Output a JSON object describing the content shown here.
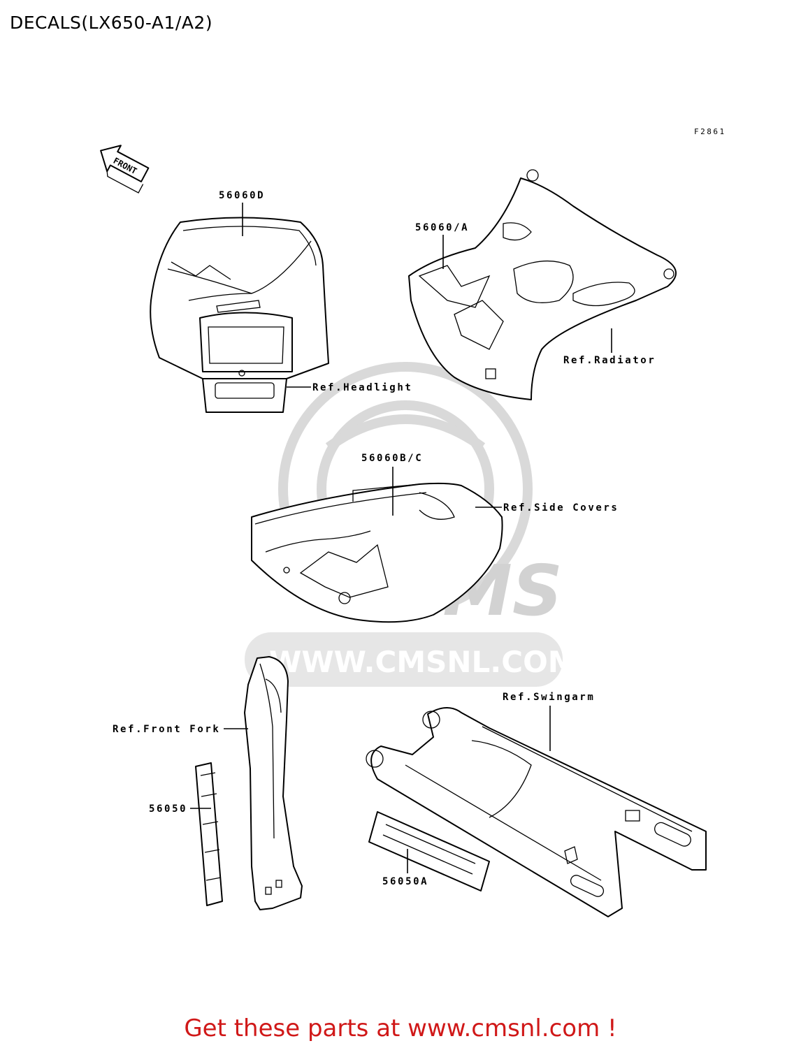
{
  "page": {
    "title": "DECALS(LX650-A1/A2)",
    "figure_code": "F2861",
    "footer_cta": "Get these parts at www.cmsnl.com !"
  },
  "watermark": {
    "text": "WWW.CMSNL.COM",
    "logo_text": "CMS",
    "color": "#d2d2d2"
  },
  "direction": {
    "label": "FRONT"
  },
  "callouts": {
    "headlight_decal": "56060D",
    "radiator_decal": "56060/A",
    "side_cover_decal": "56060B/C",
    "fork_decal": "56050",
    "swingarm_decal": "56050A"
  },
  "references": {
    "headlight": "Ref.Headlight",
    "radiator": "Ref.Radiator",
    "side_covers": "Ref.Side Covers",
    "swingarm": "Ref.Swingarm",
    "front_fork": "Ref.Front Fork"
  },
  "colors": {
    "line": "#000000",
    "footer": "#d01818",
    "watermark": "#d9d9d9"
  }
}
